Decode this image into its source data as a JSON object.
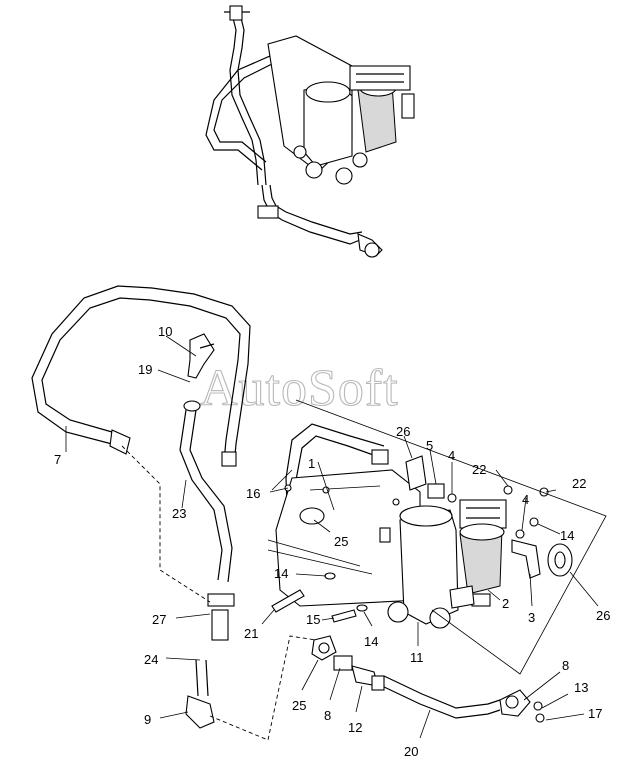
{
  "watermark": "AutoSoft",
  "callouts": {
    "c10": "10",
    "c19": "19",
    "c7": "7",
    "c23": "23",
    "c27": "27",
    "c24": "24",
    "c9": "9",
    "c1": "1",
    "c16": "16",
    "c25a": "25",
    "c26a": "26",
    "c5": "5",
    "c4a": "4",
    "c22a": "22",
    "c4b": "4",
    "c22b": "22",
    "c14a": "14",
    "c14b": "14",
    "c21": "21",
    "c15": "15",
    "c14c": "14",
    "c11": "11",
    "c2": "2",
    "c3": "3",
    "c26b": "26",
    "c25b": "25",
    "c8a": "8",
    "c12": "12",
    "c20": "20",
    "c8b": "8",
    "c13": "13",
    "c17": "17"
  }
}
